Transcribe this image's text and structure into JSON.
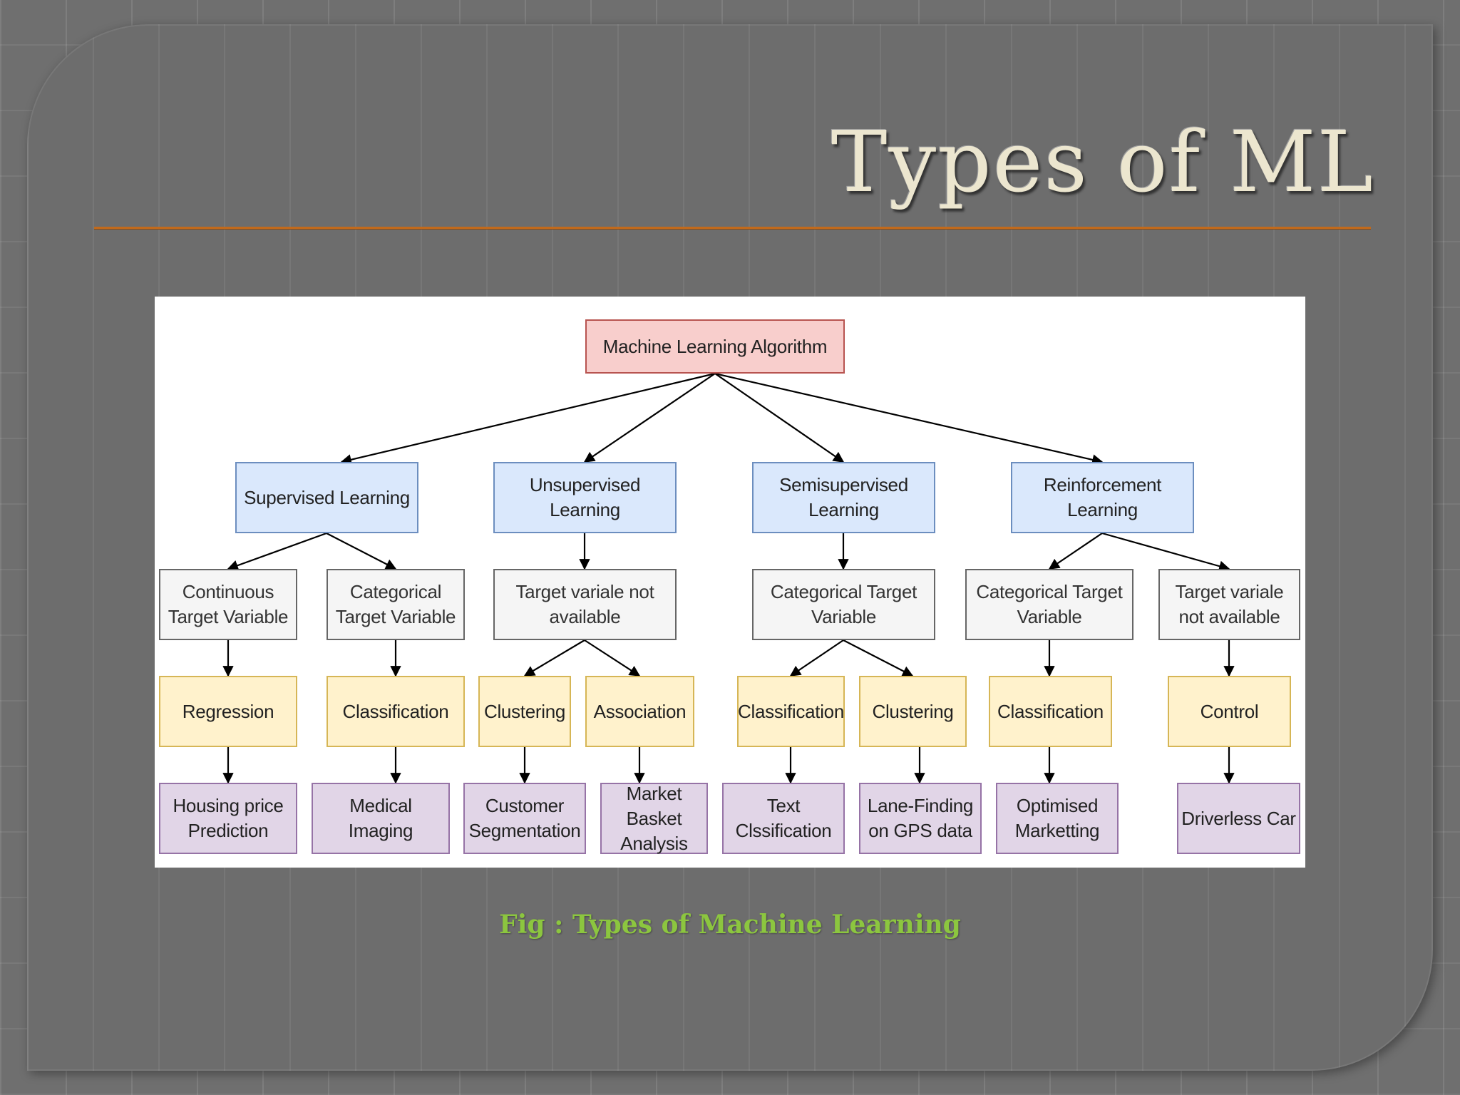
{
  "slide": {
    "title": "Types of ML",
    "caption": "Fig : Types of Machine Learning"
  },
  "diagram": {
    "root": "Machine Learning Algorithm",
    "types": [
      {
        "label": "Supervised Learning"
      },
      {
        "label": "Unsupervised\nLearning"
      },
      {
        "label": "Semisupervised\nLearning"
      },
      {
        "label": "Reinforcement\nLearning"
      }
    ],
    "targets": [
      {
        "label": "Continuous\nTarget Variable"
      },
      {
        "label": "Categorical\nTarget Variable"
      },
      {
        "label": "Target variale not\navailable"
      },
      {
        "label": "Categorical Target\nVariable"
      },
      {
        "label": "Categorical Target\nVariable"
      },
      {
        "label": "Target variale\nnot available"
      }
    ],
    "tasks": [
      {
        "label": "Regression"
      },
      {
        "label": "Classification"
      },
      {
        "label": "Clustering"
      },
      {
        "label": "Association"
      },
      {
        "label": "Classification"
      },
      {
        "label": "Clustering"
      },
      {
        "label": "Classification"
      },
      {
        "label": "Control"
      }
    ],
    "applications": [
      {
        "label": "Housing price\nPrediction"
      },
      {
        "label": "Medical Imaging"
      },
      {
        "label": "Customer\nSegmentation"
      },
      {
        "label": "Market\nBasket\nAnalysis"
      },
      {
        "label": "Text\nClssification"
      },
      {
        "label": "Lane-Finding\non GPS data"
      },
      {
        "label": "Optimised\nMarketting"
      },
      {
        "label": "Driverless Car"
      }
    ],
    "colors": {
      "root_fill": "#f8cecc",
      "type_fill": "#dae8fc",
      "target_fill": "#f5f5f5",
      "task_fill": "#fff2cc",
      "app_fill": "#e1d5e7",
      "title_rule": "#c16a1c",
      "caption": "#8cc63f"
    }
  }
}
